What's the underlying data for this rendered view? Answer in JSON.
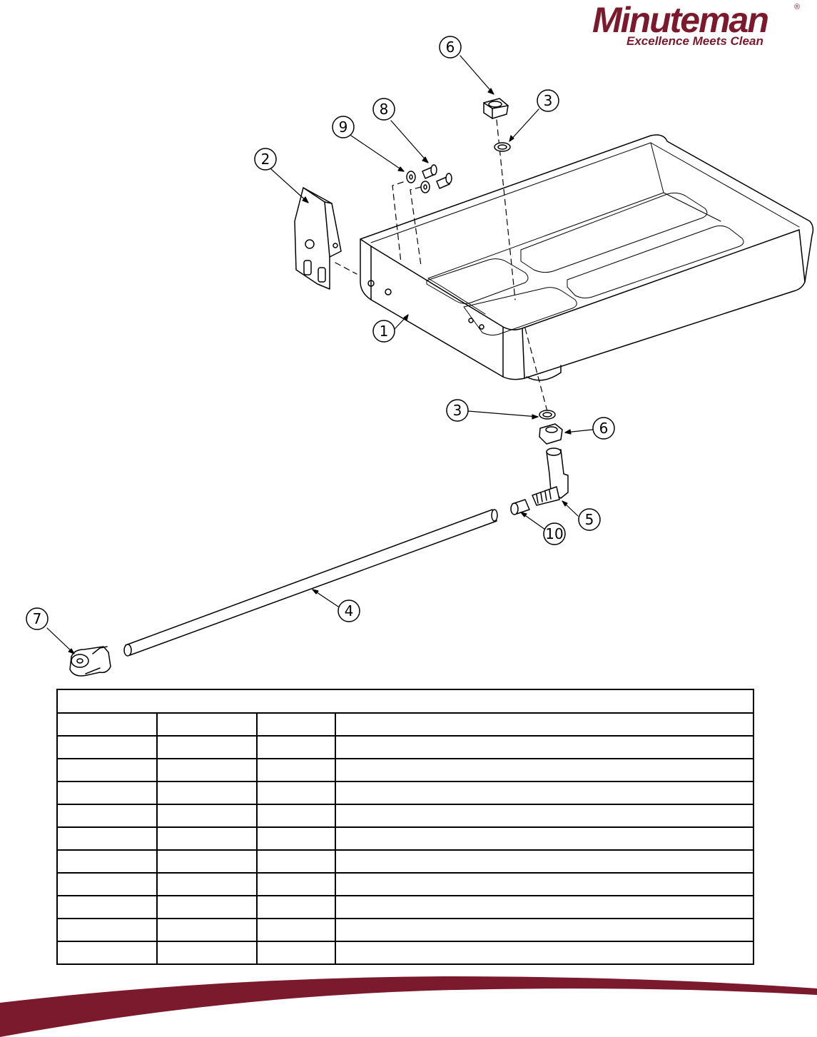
{
  "brand": {
    "name": "Minuteman",
    "registered": "®",
    "tagline": "Excellence Meets Clean",
    "color": "#7a1a2c"
  },
  "callouts": [
    {
      "label": "1",
      "part": "tank"
    },
    {
      "label": "2",
      "part": "bracket"
    },
    {
      "label": "3",
      "part": "washer-upper"
    },
    {
      "label": "3",
      "part": "washer-lower"
    },
    {
      "label": "4",
      "part": "hose"
    },
    {
      "label": "5",
      "part": "elbow-fitting"
    },
    {
      "label": "6",
      "part": "nut-upper"
    },
    {
      "label": "6",
      "part": "nut-lower"
    },
    {
      "label": "7",
      "part": "clamp"
    },
    {
      "label": "8",
      "part": "bolts"
    },
    {
      "label": "9",
      "part": "washers"
    },
    {
      "label": "10",
      "part": "hose-clamp"
    }
  ],
  "parts_table": {
    "title": "",
    "header": [
      "",
      "",
      "",
      ""
    ],
    "rows": [
      [
        "",
        "",
        "",
        ""
      ],
      [
        "",
        "",
        "",
        ""
      ],
      [
        "",
        "",
        "",
        ""
      ],
      [
        "",
        "",
        "",
        ""
      ],
      [
        "",
        "",
        "",
        ""
      ],
      [
        "",
        "",
        "",
        ""
      ],
      [
        "",
        "",
        "",
        ""
      ],
      [
        "",
        "",
        "",
        ""
      ],
      [
        "",
        "",
        "",
        ""
      ],
      [
        "",
        "",
        "",
        ""
      ]
    ]
  }
}
